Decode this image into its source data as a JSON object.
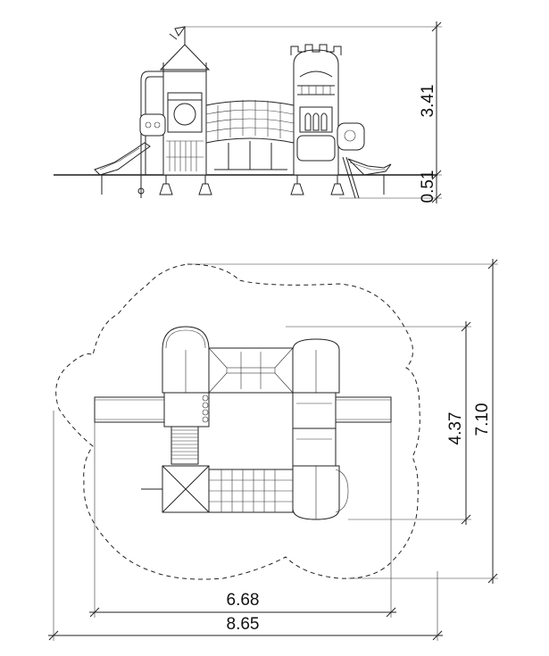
{
  "elevation": {
    "dim_height": "3.41",
    "dim_depth": "0.51"
  },
  "plan": {
    "dim_inner_depth": "4.37",
    "dim_outer_depth": "7.10",
    "dim_inner_width": "6.68",
    "dim_outer_width": "8.65"
  }
}
